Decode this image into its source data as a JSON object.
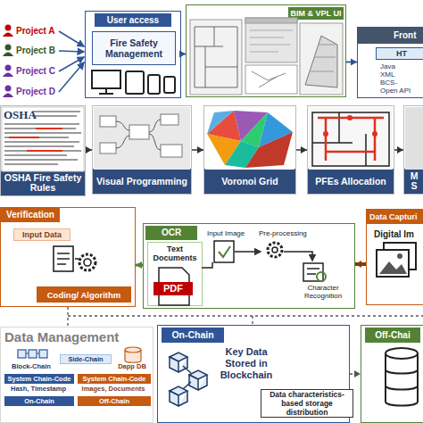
{
  "diagram": {
    "nodes": [
      {
        "text": [
          "User access"
        ]
      },
      {
        "text": [
          "Fire Safety Management"
        ],
        "in": 0
      },
      {
        "text": [
          "BIM & VPL UI"
        ]
      },
      {
        "text": [
          "Front"
        ]
      },
      {
        "text": [
          "HT"
        ],
        "in": 3
      },
      {
        "text": [
          "OSHA Fire Safety Rules"
        ]
      },
      {
        "text": [
          "Visual Programming"
        ]
      },
      {
        "text": [
          "Voronoi Grid"
        ]
      },
      {
        "text": [
          "PFEs Allocation"
        ]
      },
      {
        "text": [
          "M S"
        ]
      },
      {
        "text": [
          "Verification"
        ]
      },
      {
        "text": [
          "Input Data"
        ],
        "in": 10
      },
      {
        "text": [
          "Coding/ Algorithm"
        ],
        "in": 10
      },
      {
        "text": [
          "OCR"
        ]
      },
      {
        "text": [
          "Text Documents"
        ],
        "in": 13
      },
      {
        "text": [
          "Data Capturi",
          "Digital Im"
        ]
      },
      {
        "text": [
          "Data Management"
        ]
      },
      {
        "text": [
          "Side-Chain"
        ],
        "in": 16
      },
      {
        "text": [
          "System Chain-Code"
        ],
        "in": 16
      },
      {
        "text": [
          "System Chain-Code"
        ],
        "in": 16
      },
      {
        "text": [
          "On-Chain"
        ],
        "in": 16
      },
      {
        "text": [
          "Off-Chain"
        ],
        "in": 16
      },
      {
        "text": [
          "On-Chain"
        ]
      },
      {
        "text": [
          "Data characteristics-based storage distribution"
        ]
      },
      {
        "text": [
          "Off-Chai"
        ]
      }
    ],
    "edges": [
      {
        "from": 0,
        "to": 2,
        "arrow": "to"
      },
      {
        "from": 2,
        "to": 3,
        "arrow": "to"
      },
      {
        "from": 5,
        "to": 6,
        "arrow": "to"
      },
      {
        "from": 6,
        "to": 7,
        "arrow": "to"
      },
      {
        "from": 7,
        "to": 8,
        "arrow": "to"
      },
      {
        "from": 8,
        "to": 9,
        "arrow": "to"
      },
      {
        "from": 15,
        "to": 13,
        "arrow": "to"
      },
      {
        "from": 13,
        "to": 10,
        "arrow": "to"
      },
      {
        "from": 10,
        "to": 16,
        "arrow": "none"
      },
      {
        "from": 22,
        "to": 24,
        "arrow": "to"
      }
    ],
    "labels": [
      "Project A",
      "Project B",
      "Project C",
      "Project D",
      "Java",
      "XML",
      "BCS-",
      "Open API",
      "OSHA",
      "Input Image",
      "Pre-processing",
      "Character Recognition",
      "PDF",
      "Block-Chain",
      "Dapp DB",
      "Hash, Timestamp",
      "Images, Documents",
      "Key Data Stored in Blockchain"
    ]
  }
}
